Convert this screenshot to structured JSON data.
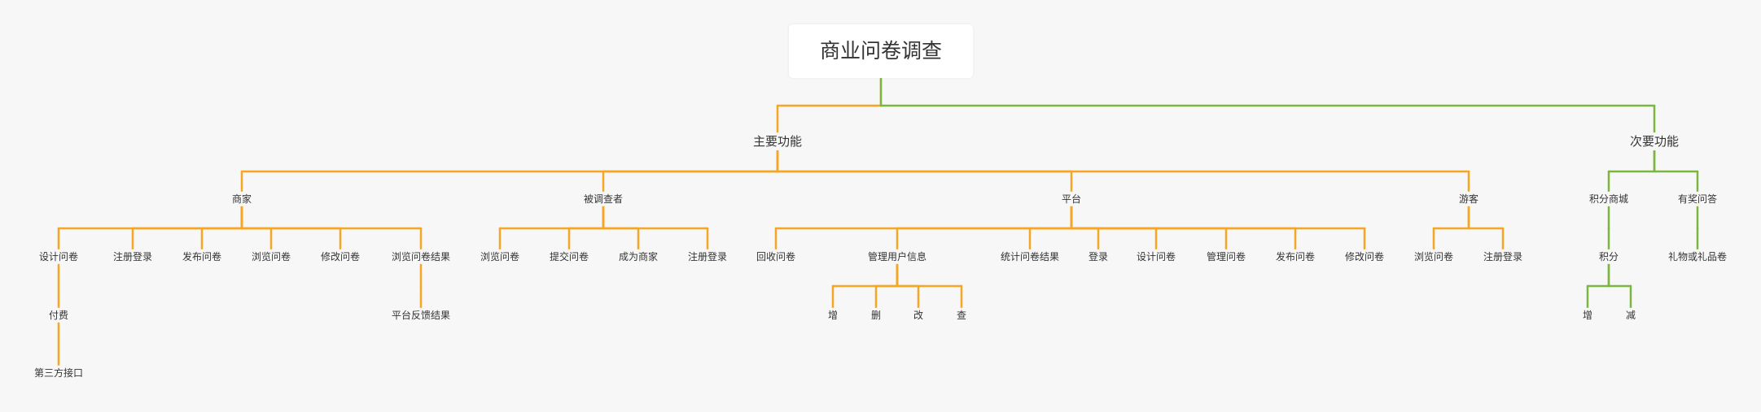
{
  "colors": {
    "primary_branch": "#f5a623",
    "secondary_branch": "#7ab640",
    "background": "#f7f7f7"
  },
  "mindmap": {
    "label": "商业问卷调查",
    "children": [
      {
        "label": "主要功能",
        "children": [
          {
            "label": "商家",
            "children": [
              {
                "label": "设计问卷",
                "children": [
                  {
                    "label": "付费",
                    "children": [
                      {
                        "label": "第三方接口"
                      }
                    ]
                  }
                ]
              },
              {
                "label": "注册登录"
              },
              {
                "label": "发布问卷"
              },
              {
                "label": "浏览问卷"
              },
              {
                "label": "修改问卷"
              },
              {
                "label": "浏览问卷结果",
                "children": [
                  {
                    "label": "平台反馈结果"
                  }
                ]
              }
            ]
          },
          {
            "label": "被调查者",
            "children": [
              {
                "label": "浏览问卷"
              },
              {
                "label": "提交问卷"
              },
              {
                "label": "成为商家"
              },
              {
                "label": "注册登录"
              }
            ]
          },
          {
            "label": "平台",
            "children": [
              {
                "label": "回收问卷"
              },
              {
                "label": "管理用户信息",
                "children": [
                  {
                    "label": "增"
                  },
                  {
                    "label": "删"
                  },
                  {
                    "label": "改"
                  },
                  {
                    "label": "查"
                  }
                ]
              },
              {
                "label": "统计问卷结果"
              },
              {
                "label": "登录"
              },
              {
                "label": "设计问卷"
              },
              {
                "label": "管理问卷"
              },
              {
                "label": "发布问卷"
              },
              {
                "label": "修改问卷"
              }
            ]
          },
          {
            "label": "游客",
            "children": [
              {
                "label": "浏览问卷"
              },
              {
                "label": "注册登录"
              }
            ]
          }
        ]
      },
      {
        "label": "次要功能",
        "children": [
          {
            "label": "积分商城",
            "children": [
              {
                "label": "积分",
                "children": [
                  {
                    "label": "增"
                  },
                  {
                    "label": "减"
                  }
                ]
              }
            ]
          },
          {
            "label": "有奖问答",
            "children": [
              {
                "label": "礼物或礼品卷"
              }
            ]
          }
        ]
      }
    ]
  }
}
